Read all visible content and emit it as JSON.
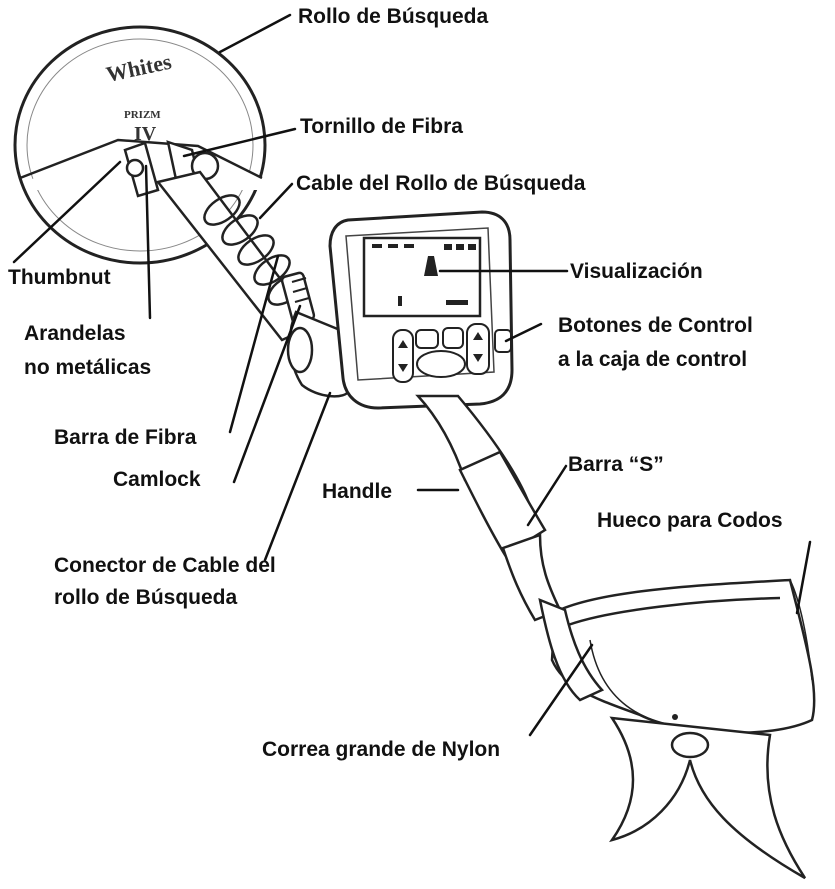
{
  "labels": {
    "search_coil": "Rollo de Búsqueda",
    "fiber_screw": "Tornillo de Fibra",
    "coil_cable": "Cable del Rollo de Búsqueda",
    "thumbnut": "Thumbnut",
    "washers_l1": "Arandelas",
    "washers_l2": "no metálicas",
    "display": "Visualización",
    "controls_l1": "Botones de Control",
    "controls_l2": "a la caja de control",
    "fiber_bar": "Barra de Fibra",
    "camlock": "Camlock",
    "handle": "Handle",
    "s_bar": "Barra “S”",
    "elbow_cup": "Hueco para Codos",
    "connector_l1": "Conector de Cable del",
    "connector_l2": "rollo de Búsqueda",
    "strap": "Correa grande de Nylon"
  },
  "coil_logo": {
    "brand": "Whites",
    "model": "PRIZM",
    "numeral": "IV"
  },
  "colors": {
    "ink": "#111111",
    "outline": "#222222",
    "background": "#ffffff"
  }
}
